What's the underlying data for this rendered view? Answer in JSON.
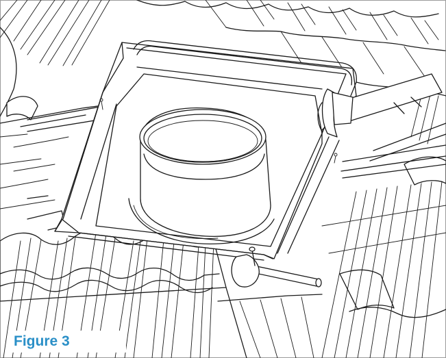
{
  "figure": {
    "caption": "Figure 3",
    "caption_color": "#2a8fc7",
    "line_color": "#1a1a1a"
  },
  "drawing": {
    "parts": [
      "roof-tiles",
      "flashing-tray",
      "vent-collar",
      "hammer",
      "tile-lifting-tool",
      "batten"
    ]
  }
}
